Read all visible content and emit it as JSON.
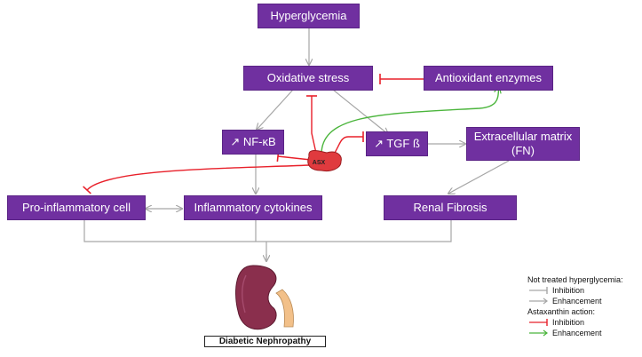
{
  "nodes": {
    "hyperglycemia": "Hyperglycemia",
    "oxidative_stress": "Oxidative stress",
    "antioxidant_enzymes": "Antioxidant enzymes",
    "nfkb": "↗ NF-κB",
    "tgfb": "↗ TGF ß",
    "ecm_line1": "Extracellular matrix",
    "ecm_line2": "(FN)",
    "proinflammatory_cell": "Pro-inflammatory cell",
    "inflammatory_cytokines": "Inflammatory cytokines",
    "renal_fibrosis": "Renal Fibrosis",
    "asx": "ASX",
    "outcome": "Diabetic Nephropathy"
  },
  "legend": {
    "not_treated_title": "Not treated hyperglycemia:",
    "not_treated_inhibition": "Inhibition",
    "not_treated_enhancement": "Enhancement",
    "asx_title": "Astaxanthin action:",
    "asx_inhibition": "Inhibition",
    "asx_enhancement": "Enhancement"
  },
  "colors": {
    "box_fill": "#7030a0",
    "box_text": "#ffffff",
    "not_treated_arrow": "#a6a6a6",
    "asx_inhibition": "#e8202a",
    "asx_enhancement": "#4bb53c",
    "asx_fill": "#e03a3e"
  }
}
